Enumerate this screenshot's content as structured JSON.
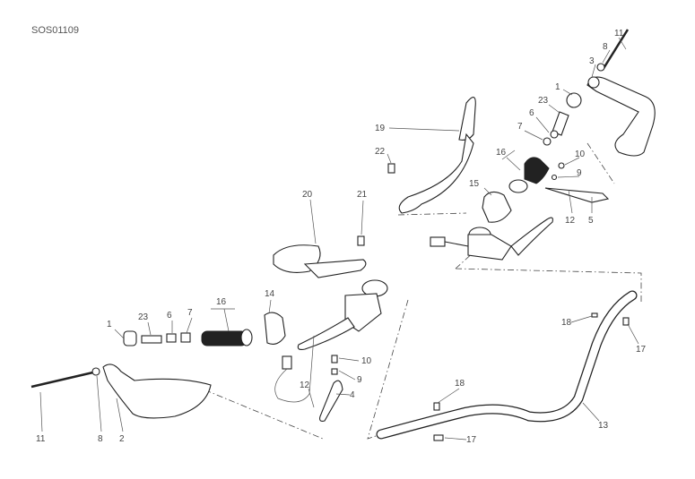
{
  "diagram_code": "SOS01109",
  "labels": [
    "11",
    "8",
    "3",
    "1",
    "23",
    "6",
    "7",
    "16",
    "15",
    "10",
    "9",
    "12",
    "5",
    "19",
    "22",
    "20",
    "21",
    "14",
    "16",
    "1",
    "23",
    "6",
    "7",
    "10",
    "9",
    "12",
    "4",
    "11",
    "8",
    "2",
    "18",
    "17",
    "13",
    "18",
    "17"
  ]
}
